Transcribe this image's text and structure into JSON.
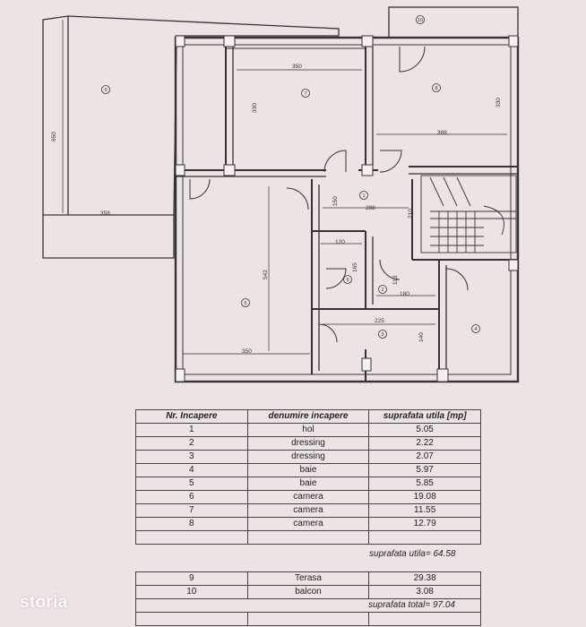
{
  "plan": {
    "dimensions": [
      "650",
      "358",
      "350",
      "330",
      "388",
      "330",
      "150",
      "288",
      "210",
      "120",
      "165",
      "113",
      "180",
      "542",
      "350",
      "225",
      "140"
    ],
    "rooms": [
      "9",
      "7",
      "8",
      "1",
      "5",
      "2",
      "3",
      "6",
      "4",
      "10"
    ]
  },
  "table": {
    "headers": [
      "Nr. Incapere",
      "denumire incapere",
      "suprafata utila [mp]"
    ],
    "rows": [
      [
        "1",
        "hol",
        "5.05"
      ],
      [
        "2",
        "dressing",
        "2.22"
      ],
      [
        "3",
        "dressing",
        "2.07"
      ],
      [
        "4",
        "baie",
        "5.97"
      ],
      [
        "5",
        "baie",
        "5.85"
      ],
      [
        "6",
        "camera",
        "19.08"
      ],
      [
        "7",
        "camera",
        "11.55"
      ],
      [
        "8",
        "camera",
        "12.79"
      ]
    ],
    "subtotal": "suprafata utila= 64.58",
    "extra_rows": [
      [
        "9",
        "Terasa",
        "29.38"
      ],
      [
        "10",
        "balcon",
        "3.08"
      ]
    ],
    "total": "suprafata total= 97.04"
  },
  "brand": "storia"
}
